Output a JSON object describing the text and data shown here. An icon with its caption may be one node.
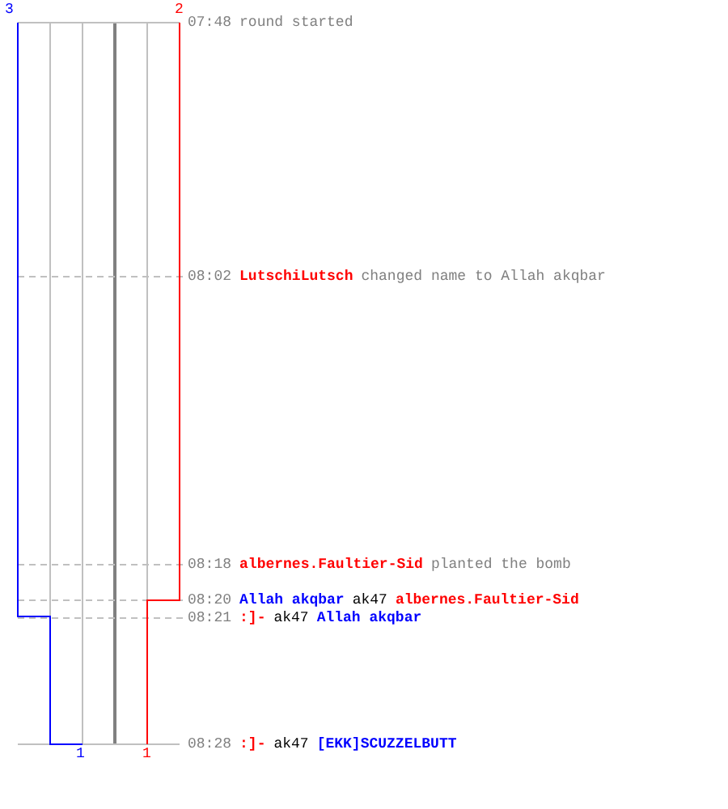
{
  "diagram": {
    "labels": [
      "3",
      "2",
      "07:48",
      "round started",
      "08:02",
      "LutschiLutsch",
      "changed name to Allah akqbar",
      "08:18",
      "albernes.Faultier-Sid",
      "planted the bomb",
      "08:20",
      "Allah akqbar",
      "ak47",
      "albernes.Faultier-Sid",
      "08:21",
      ":]-",
      "ak47",
      "Allah akqbar",
      "08:28",
      ":]-",
      "ak47",
      "[EKK]SCUZZELBUTT",
      "1",
      "1"
    ]
  }
}
